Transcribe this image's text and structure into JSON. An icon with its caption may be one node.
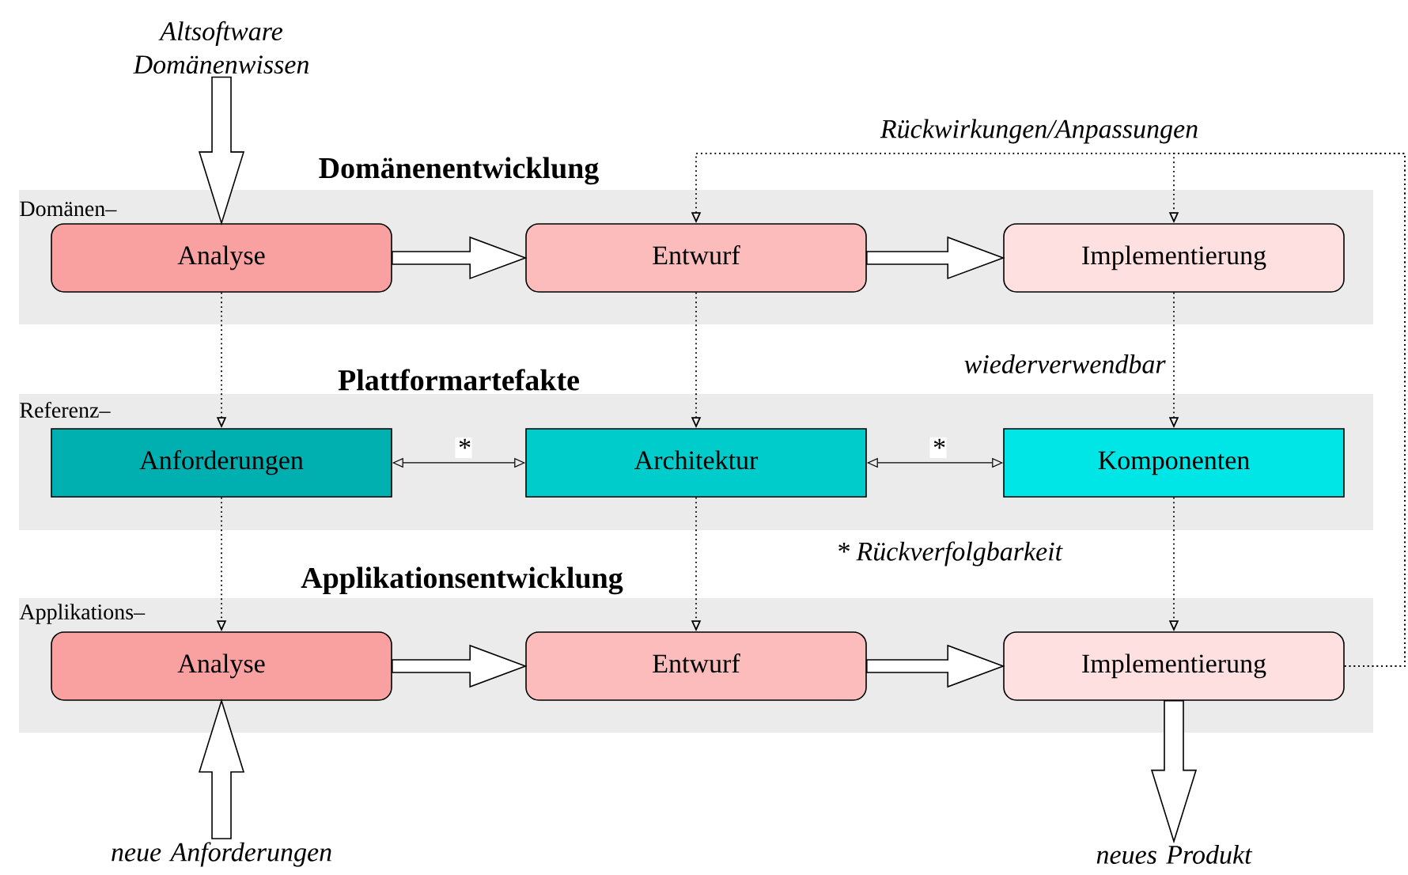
{
  "diagram": {
    "nodes": [
      {
        "text": [
          "Domänenentwicklung",
          "Domänen–"
        ]
      },
      {
        "text": [
          "Analyse"
        ],
        "in": 0
      },
      {
        "text": [
          "Entwurf"
        ],
        "in": 0
      },
      {
        "text": [
          "Implementierung"
        ],
        "in": 0
      },
      {
        "text": [
          "Plattformartefakte",
          "Referenz–"
        ]
      },
      {
        "text": [
          "Anforderungen"
        ],
        "in": 4
      },
      {
        "text": [
          "Architektur"
        ],
        "in": 4
      },
      {
        "text": [
          "Komponenten"
        ],
        "in": 4
      },
      {
        "text": [
          "Applikationsentwicklung",
          "Applikations–"
        ]
      },
      {
        "text": [
          "Analyse"
        ],
        "in": 8
      },
      {
        "text": [
          "Entwurf"
        ],
        "in": 8
      },
      {
        "text": [
          "Implementierung"
        ],
        "in": 8
      },
      {
        "text": [
          "Altsoftware Domänenwissen"
        ]
      },
      {
        "text": [
          "neue Anforderungen"
        ]
      },
      {
        "text": [
          "neues Produkt"
        ]
      }
    ],
    "edges": [
      {
        "from": 12,
        "to": 1,
        "arrow": "to",
        "style": "thick"
      },
      {
        "from": 1,
        "to": 2,
        "arrow": "to",
        "style": "thick"
      },
      {
        "from": 2,
        "to": 3,
        "arrow": "to",
        "style": "thick"
      },
      {
        "from": 1,
        "to": 5,
        "arrow": "to",
        "style": "dashed"
      },
      {
        "from": 2,
        "to": 6,
        "arrow": "to",
        "style": "dashed"
      },
      {
        "from": 3,
        "to": 7,
        "arrow": "to",
        "style": "dashed",
        "label": "wiederverwendbar"
      },
      {
        "from": 5,
        "to": 6,
        "arrow": "both",
        "label": "*"
      },
      {
        "from": 6,
        "to": 7,
        "arrow": "both",
        "label": "*"
      },
      {
        "from": 5,
        "to": 9,
        "arrow": "to",
        "style": "dashed"
      },
      {
        "from": 6,
        "to": 10,
        "arrow": "to",
        "style": "dashed"
      },
      {
        "from": 7,
        "to": 11,
        "arrow": "to",
        "style": "dashed"
      },
      {
        "from": 9,
        "to": 10,
        "arrow": "to",
        "style": "thick"
      },
      {
        "from": 10,
        "to": 11,
        "arrow": "to",
        "style": "thick"
      },
      {
        "from": 13,
        "to": 9,
        "arrow": "to",
        "style": "thick"
      },
      {
        "from": 11,
        "to": 14,
        "arrow": "to",
        "style": "thick"
      },
      {
        "from": 11,
        "to": 2,
        "arrow": "to",
        "style": "dashed"
      },
      {
        "from": 11,
        "to": 3,
        "arrow": "to",
        "style": "dashed",
        "label": "Rückwirkungen/Anpassungen"
      }
    ],
    "labels": [
      "* Rückverfolgbarkeit"
    ]
  }
}
